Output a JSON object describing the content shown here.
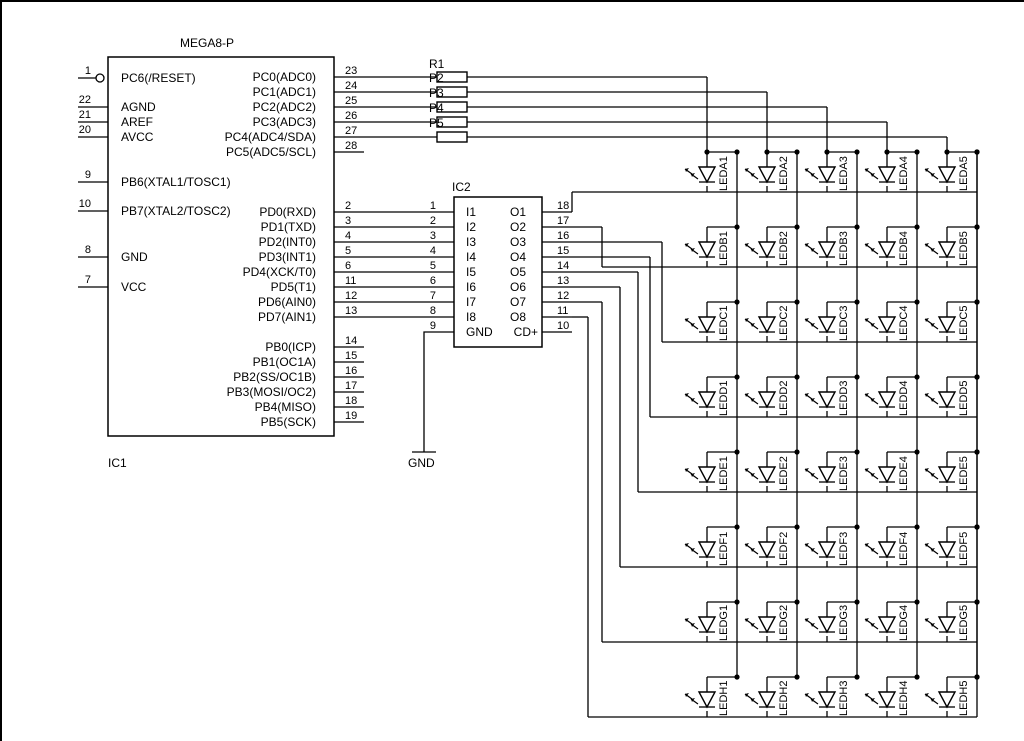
{
  "ic1": {
    "part": "MEGA8-P",
    "ref": "IC1",
    "left_pins": [
      {
        "num": "1",
        "name": "PC6(/RESET)"
      },
      {
        "num": "22",
        "name": "AGND"
      },
      {
        "num": "21",
        "name": "AREF"
      },
      {
        "num": "20",
        "name": "AVCC"
      },
      {
        "num": "9",
        "name": "PB6(XTAL1/TOSC1)"
      },
      {
        "num": "10",
        "name": "PB7(XTAL2/TOSC2)"
      },
      {
        "num": "8",
        "name": "GND"
      },
      {
        "num": "7",
        "name": "VCC"
      }
    ],
    "right_pins": [
      {
        "num": "23",
        "name": "PC0(ADC0)"
      },
      {
        "num": "24",
        "name": "PC1(ADC1)"
      },
      {
        "num": "25",
        "name": "PC2(ADC2)"
      },
      {
        "num": "26",
        "name": "PC3(ADC3)"
      },
      {
        "num": "27",
        "name": "PC4(ADC4/SDA)"
      },
      {
        "num": "28",
        "name": "PC5(ADC5/SCL)"
      },
      {
        "num": "2",
        "name": "PD0(RXD)"
      },
      {
        "num": "3",
        "name": "PD1(TXD)"
      },
      {
        "num": "4",
        "name": "PD2(INT0)"
      },
      {
        "num": "5",
        "name": "PD3(INT1)"
      },
      {
        "num": "6",
        "name": "PD4(XCK/T0)"
      },
      {
        "num": "11",
        "name": "PD5(T1)"
      },
      {
        "num": "12",
        "name": "PD6(AIN0)"
      },
      {
        "num": "13",
        "name": "PD7(AIN1)"
      },
      {
        "num": "14",
        "name": "PB0(ICP)"
      },
      {
        "num": "15",
        "name": "PB1(OC1A)"
      },
      {
        "num": "16",
        "name": "PB2(SS/OC1B)"
      },
      {
        "num": "17",
        "name": "PB3(MOSI/OC2)"
      },
      {
        "num": "18",
        "name": "PB4(MISO)"
      },
      {
        "num": "19",
        "name": "PB5(SCK)"
      }
    ]
  },
  "ic2": {
    "ref": "IC2",
    "inputs": [
      {
        "num": "1",
        "name": "I1"
      },
      {
        "num": "2",
        "name": "I2"
      },
      {
        "num": "3",
        "name": "I3"
      },
      {
        "num": "4",
        "name": "I4"
      },
      {
        "num": "5",
        "name": "I5"
      },
      {
        "num": "6",
        "name": "I6"
      },
      {
        "num": "7",
        "name": "I7"
      },
      {
        "num": "8",
        "name": "I8"
      },
      {
        "num": "9",
        "name": "GND"
      }
    ],
    "outputs": [
      {
        "num": "18",
        "name": "O1"
      },
      {
        "num": "17",
        "name": "O2"
      },
      {
        "num": "16",
        "name": "O3"
      },
      {
        "num": "15",
        "name": "O4"
      },
      {
        "num": "14",
        "name": "O5"
      },
      {
        "num": "13",
        "name": "O6"
      },
      {
        "num": "12",
        "name": "O7"
      },
      {
        "num": "11",
        "name": "O8"
      },
      {
        "num": "10",
        "name": "CD+"
      }
    ]
  },
  "resistor_ref": "R1",
  "resistor_pins": [
    "P2",
    "P3",
    "P4",
    "P5"
  ],
  "gnd_label": "GND",
  "led_rows": [
    "A",
    "B",
    "C",
    "D",
    "E",
    "F",
    "G",
    "H"
  ],
  "led_cols": [
    "1",
    "2",
    "3",
    "4",
    "5"
  ],
  "led_prefix": "LED"
}
